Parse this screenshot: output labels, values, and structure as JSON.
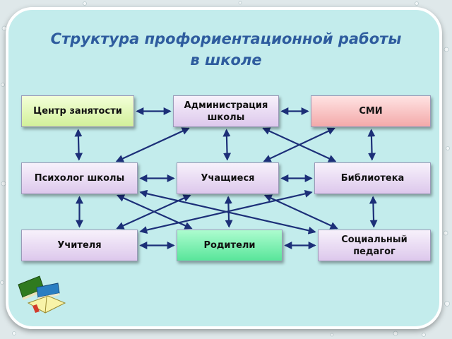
{
  "title": {
    "line1": "Структура профориентационной работы",
    "line2": "в школе"
  },
  "nodes": {
    "employment_center": "Центр занятости",
    "school_admin": "Администрация школы",
    "media": "СМИ",
    "school_psychologist": "Психолог школы",
    "students": "Учащиеся",
    "library": "Библиотека",
    "teachers": "Учителя",
    "parents": "Родители",
    "social_pedagogue": "Социальный педагог"
  },
  "links": [
    [
      "employment_center",
      "school_admin"
    ],
    [
      "school_admin",
      "media"
    ],
    [
      "employment_center",
      "school_psychologist"
    ],
    [
      "school_admin",
      "students"
    ],
    [
      "media",
      "library"
    ],
    [
      "school_admin",
      "school_psychologist"
    ],
    [
      "school_admin",
      "library"
    ],
    [
      "media",
      "students"
    ],
    [
      "school_psychologist",
      "students"
    ],
    [
      "students",
      "library"
    ],
    [
      "school_psychologist",
      "teachers"
    ],
    [
      "students",
      "parents"
    ],
    [
      "library",
      "social_pedagogue"
    ],
    [
      "school_psychologist",
      "social_pedagogue"
    ],
    [
      "school_psychologist",
      "parents"
    ],
    [
      "students",
      "teachers"
    ],
    [
      "students",
      "social_pedagogue"
    ],
    [
      "library",
      "teachers"
    ],
    [
      "teachers",
      "parents"
    ],
    [
      "parents",
      "social_pedagogue"
    ]
  ],
  "colors": {
    "title": "#2e5c9e",
    "arrow": "#1c2f78",
    "panel": "#c3ecec",
    "node_default": "#e6d6f2",
    "node_employment_center": "#dff5b0",
    "node_media": "#f6b8b8",
    "node_parents": "#6aeaa6"
  },
  "decor_icon": "stack-of-books-icon"
}
